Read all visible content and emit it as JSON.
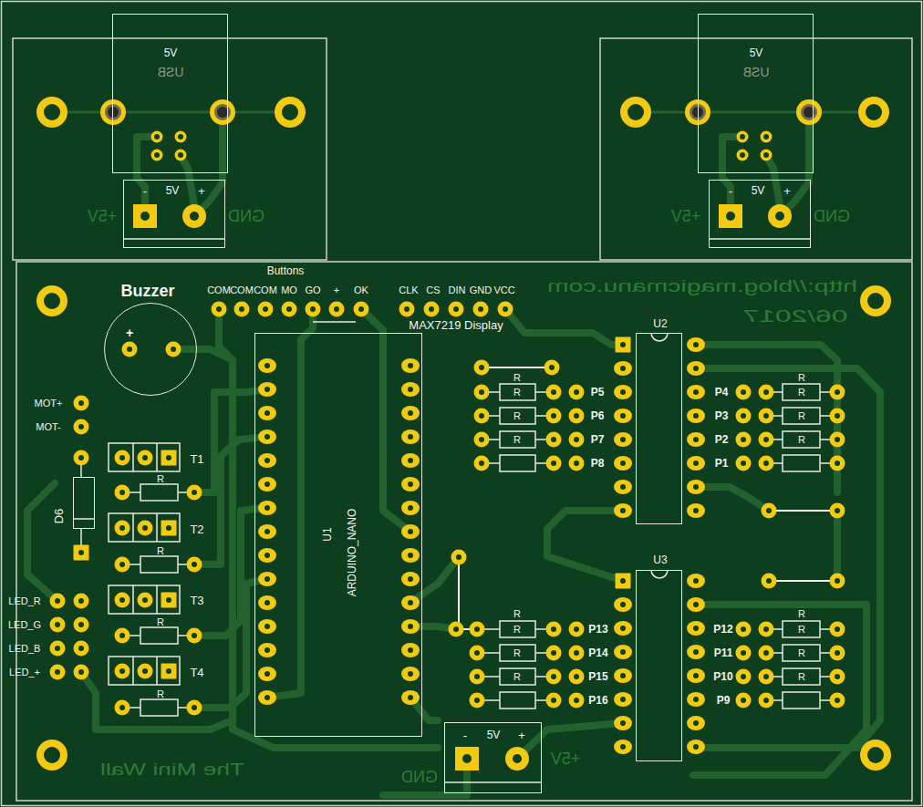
{
  "diagram": {
    "nodes": [
      {
        "text": [
          "5V",
          "USB"
        ]
      },
      {
        "text": [
          "-",
          "5V",
          "+"
        ]
      },
      {
        "text": [
          "5V",
          "USB"
        ]
      },
      {
        "text": [
          "-",
          "5V",
          "+"
        ]
      },
      {
        "text": [
          "Buzzer",
          "+"
        ]
      },
      {
        "text": [
          "U1",
          "ARDUINO_NANO"
        ]
      },
      {
        "text": [
          "U2"
        ]
      },
      {
        "text": [
          "U3"
        ]
      },
      {
        "text": [
          "-",
          "5V",
          "+"
        ]
      },
      {
        "text": [
          "D6"
        ]
      }
    ],
    "labels": [
      "Buttons",
      "COM",
      "COM",
      "COM",
      "MO",
      "GO",
      "+",
      "OK",
      "CLK",
      "CS",
      "DIN",
      "GND",
      "VCC",
      "MAX7219 Display",
      "http://blog.magicmanu.com",
      "06/2017",
      "MOT+",
      "MOT-",
      "T1",
      "T2",
      "T3",
      "T4",
      "LED_R",
      "LED_G",
      "LED_B",
      "LED_+",
      "P5",
      "P6",
      "P7",
      "P8",
      "P4",
      "P3",
      "P2",
      "P1",
      "P13",
      "P14",
      "P15",
      "P16",
      "P12",
      "P11",
      "P10",
      "P9",
      "The Mini Wall",
      "+5V",
      "GND",
      "+5V",
      "GND",
      "+5V",
      "GND",
      "R",
      "R",
      "R",
      "R",
      "R",
      "R",
      "R",
      "R",
      "R",
      "R",
      "R",
      "R",
      "R",
      "R",
      "R",
      "R",
      "R",
      "R",
      "R",
      "R"
    ]
  }
}
